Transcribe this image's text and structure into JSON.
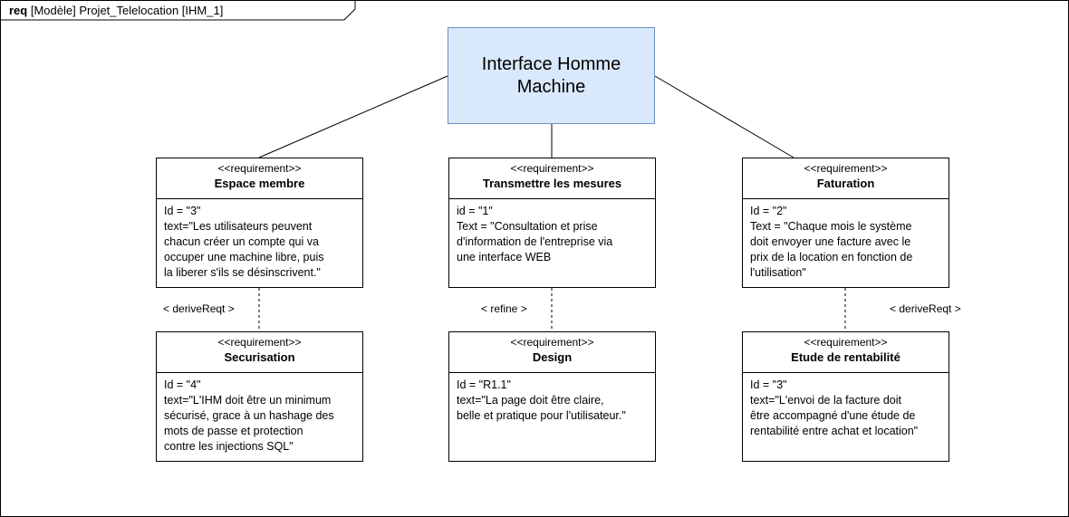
{
  "diagram": {
    "frame_kind": "req",
    "frame_name": "[Modèle] Projet_Telelocation [IHM_1]",
    "root": {
      "text": "Interface Homme Machine"
    },
    "requirements": [
      {
        "stereotype": "<<requirement>>",
        "name": "Espace membre",
        "lines": [
          "Id = \"3\"",
          "text=\"Les utilisateurs peuvent",
          "chacun créer un compte qui va",
          "occuper une machine libre, puis",
          "la liberer s'ils se désinscrivent.\""
        ]
      },
      {
        "stereotype": "<<requirement>>",
        "name": "Transmettre les mesures",
        "lines": [
          "id = \"1\"",
          "Text = \"Consultation et prise",
          "d'information de l'entreprise via",
          "une interface WEB"
        ]
      },
      {
        "stereotype": "<<requirement>>",
        "name": "Faturation",
        "lines": [
          "Id = \"2\"",
          "Text = \"Chaque mois le système",
          "doit envoyer une facture avec le",
          "prix de la location en fonction de",
          "l'utilisation\""
        ]
      },
      {
        "stereotype": "<<requirement>>",
        "name": "Securisation",
        "lines": [
          "Id = \"4\"",
          "text=\"L'IHM doit être un minimum",
          "sécurisé, grace à un hashage des",
          "mots de passe et protection",
          "contre les injections SQL\""
        ]
      },
      {
        "stereotype": "<<requirement>>",
        "name": "Design",
        "lines": [
          "Id = \"R1.1\"",
          "text=\"La page doit être claire,",
          "belle et pratique pour l'utilisateur.\""
        ]
      },
      {
        "stereotype": "<<requirement>>",
        "name": "Etude de rentabilité",
        "lines": [
          "Id = \"3\"",
          "text=\"L'envoi de la facture doit",
          "être accompagné d'une étude de",
          "rentabilité entre achat et location\""
        ]
      }
    ],
    "relations": [
      {
        "label": "< deriveReqt >"
      },
      {
        "label": "< refine >"
      },
      {
        "label": "< deriveReqt >"
      }
    ]
  }
}
